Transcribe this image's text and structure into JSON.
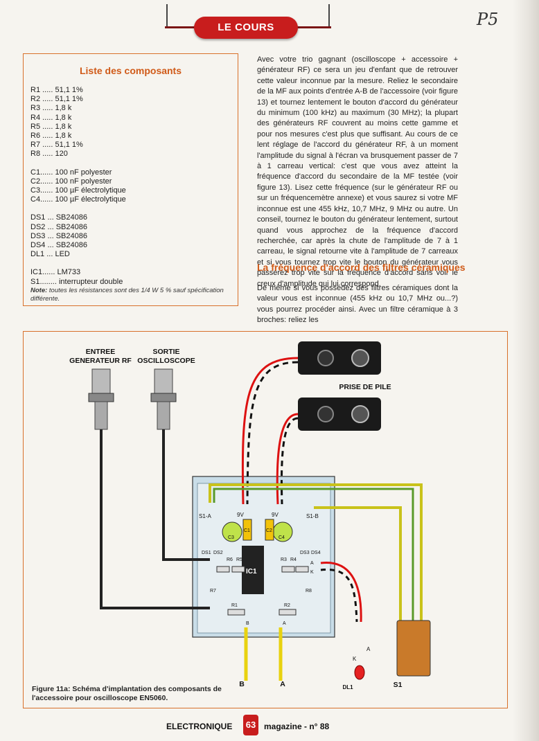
{
  "header": {
    "section_label": "LE COURS",
    "handwritten_page": "P5"
  },
  "components": {
    "title": "Liste des composants",
    "resistors": [
      {
        "ref": "R1 .....",
        "value": "51,1 1%"
      },
      {
        "ref": "R2 .....",
        "value": "51,1 1%"
      },
      {
        "ref": "R3 .....",
        "value": "1,8 k"
      },
      {
        "ref": "R4 .....",
        "value": "1,8 k"
      },
      {
        "ref": "R5 .....",
        "value": "1,8 k"
      },
      {
        "ref": "R6 .....",
        "value": "1,8 k"
      },
      {
        "ref": "R7 .....",
        "value": "51,1 1%"
      },
      {
        "ref": "R8 .....",
        "value": "120"
      }
    ],
    "capacitors": [
      {
        "ref": "C1......",
        "value": "100 nF polyester"
      },
      {
        "ref": "C2......",
        "value": "100 nF polyester"
      },
      {
        "ref": "C3......",
        "value": "100 µF électrolytique"
      },
      {
        "ref": "C4......",
        "value": "100 µF électrolytique"
      }
    ],
    "diodes": [
      {
        "ref": "DS1 ...",
        "value": "SB24086"
      },
      {
        "ref": "DS2 ...",
        "value": "SB24086"
      },
      {
        "ref": "DS3 ...",
        "value": "SB24086"
      },
      {
        "ref": "DS4 ...",
        "value": "SB24086"
      },
      {
        "ref": "DL1 ...",
        "value": "LED"
      }
    ],
    "others": [
      {
        "ref": "IC1......",
        "value": "LM733"
      },
      {
        "ref": "S1........",
        "value": "interrupteur double"
      }
    ],
    "note_label": "Note:",
    "note_text": " toutes les résistances sont des 1/4 W 5 % sauf spécification différente."
  },
  "article": {
    "paragraph1": "Avec votre trio gagnant (oscilloscope + accessoire + générateur RF) ce sera un jeu d'enfant que de retrouver cette valeur inconnue par la mesure. Reliez le secondaire de la MF aux points d'entrée A-B de l'accessoire (voir figure 13) et tournez lentement le bouton d'accord du générateur du minimum (100 kHz) au maximum (30 MHz); la plupart des générateurs RF couvrent au moins cette gamme et pour nos mesures c'est plus que suffisant. Au cours de ce lent réglage de l'accord du générateur RF, à un moment l'amplitude du signal à l'écran va brusquement passer de 7 à 1 carreau vertical: c'est que vous avez atteint la fréquence d'accord du secondaire de la MF testée (voir figure 13). Lisez cette fréquence (sur le générateur RF ou sur un fréquencemètre annexe) et vous saurez si votre MF inconnue est une 455 kHz, 10,7 MHz, 9 MHz ou autre. Un conseil, tournez le bouton du générateur lentement, surtout quand vous approchez de la fréquence d'accord recherchée, car après la chute de l'amplitude de 7 à 1 carreau, le signal retourne vite à l'amplitude de 7 carreaux et si vous tournez trop vite le bouton du générateur vous passerez trop vite sur la fréquence d'accord sans voir le creux d'amplitude qui lui correspond.",
    "heading2": "La fréquence d'accord des filtres céramiques",
    "paragraph2": "De même si vous possédez des filtres céramiques dont la valeur vous est inconnue (455 kHz ou 10,7 MHz ou...?) vous pourrez procéder ainsi. Avec un filtre céramique à 3 broches: reliez les"
  },
  "figure": {
    "label_input": "ENTREE\nGENERATEUR RF",
    "label_output": "SORTIE\nOSCILLOSCOPE",
    "label_battery": "PRISE DE PILE",
    "label_b": "B",
    "label_a": "A",
    "label_dl1": "DL1",
    "label_s1": "S1",
    "label_k": "K",
    "label_a_led": "A",
    "board_labels": {
      "s1a": "S1-A",
      "s1b": "S1-B",
      "ic1": "IC1",
      "c1": "C1",
      "c2": "C2",
      "c3": "C3",
      "c4": "C4",
      "ds1": "DS1",
      "ds2": "DS2",
      "ds3": "DS3",
      "ds4": "DS4",
      "r1": "R1",
      "r2": "R2",
      "r3": "R3",
      "r4": "R4",
      "r5": "R5",
      "r6": "R6",
      "r7": "R7",
      "r8": "R8",
      "pwr1": "9V",
      "pwr2": "9V",
      "pad_a": "A",
      "pad_k": "K",
      "pad_b": "B",
      "pad_a2": "A"
    },
    "caption_bold": "Figure 11a:",
    "caption_text": " Schéma d'implantation des composants de l'accessoire pour oscilloscope EN5060."
  },
  "footer": {
    "left": "ELECTRONIQUE",
    "page_number": "63",
    "right": "magazine - n° 88"
  }
}
